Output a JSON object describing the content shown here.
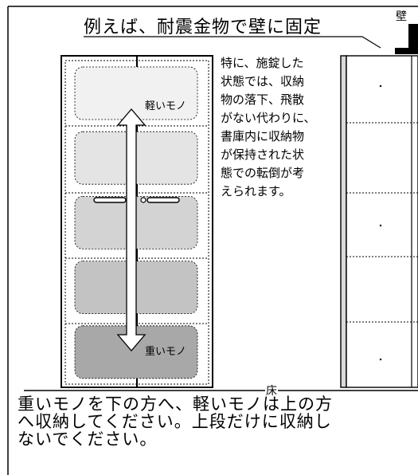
{
  "title": "例えば、耐震金物で壁に固定",
  "wall_label": "壁",
  "note": "特に、施錠した\n状態では、収納\n物の落下、飛散\nがない代わりに、\n書庫内に収納物\nが保持された状\n態での転倒が考\nえられます。",
  "light_label": "軽いモノ",
  "heavy_label": "重いモノ",
  "floor_label": "床",
  "instruction": "重いモノを下の方へ、軽いモノは上の方\nへ収納してください。上段だけに収納し\nないでください。",
  "shelf_shades": [
    "#f1f1f1",
    "#e4e4e4",
    "#d3d3d3",
    "#c3c3c3",
    "#a8a8a8"
  ],
  "colors": {
    "line": "#000000",
    "cabinet_fill": "#ffffff",
    "side_panel": "#d9d9d9",
    "bracket": "#000000"
  }
}
